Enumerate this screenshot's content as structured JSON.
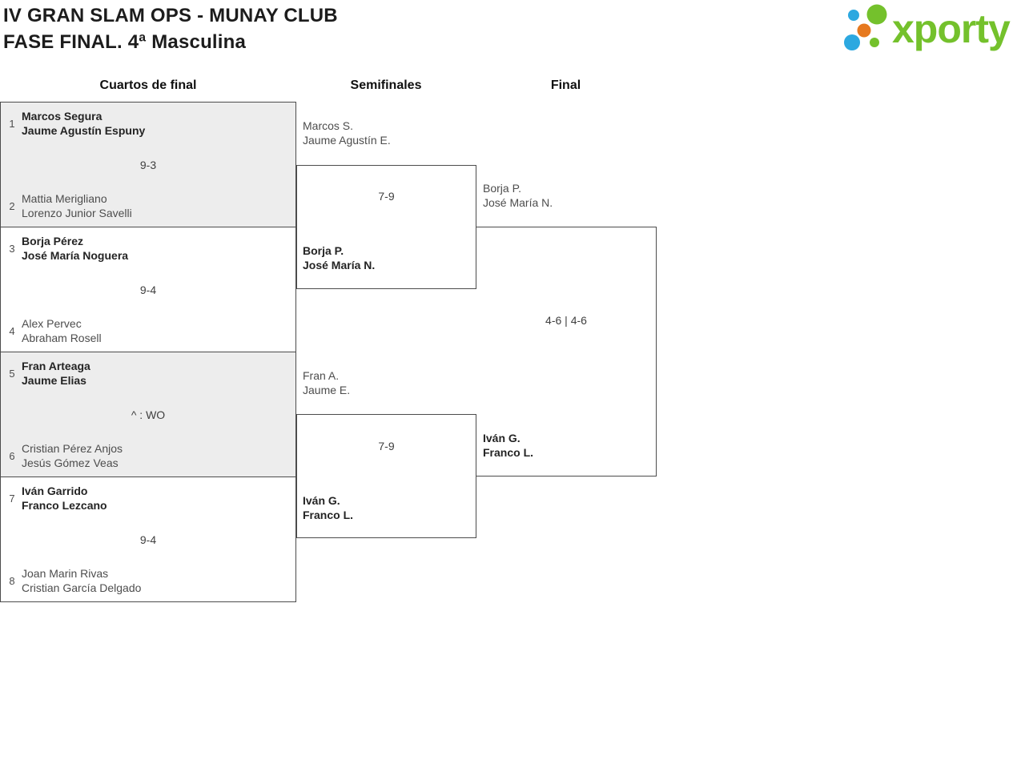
{
  "header": {
    "title_line1": "IV GRAN SLAM OPS - MUNAY CLUB",
    "title_line2": "FASE FINAL. 4ª Masculina",
    "logo_text": "xporty",
    "brand_colors": {
      "green": "#74c12c",
      "blue": "#2ca8e0",
      "orange": "#e6791f"
    }
  },
  "columns": {
    "round1": "Cuartos de final",
    "round2": "Semifinales",
    "round3": "Final"
  },
  "quarterfinals": [
    {
      "seed_top": "1",
      "team_top": [
        "Marcos Segura",
        "Jaume Agustín Espuny"
      ],
      "top_winner": true,
      "score": "9-3",
      "seed_bottom": "2",
      "team_bottom": [
        "Mattia Merigliano",
        "Lorenzo Junior Savelli"
      ],
      "bottom_winner": false,
      "shaded": true
    },
    {
      "seed_top": "3",
      "team_top": [
        "Borja Pérez",
        "José María Noguera"
      ],
      "top_winner": true,
      "score": "9-4",
      "seed_bottom": "4",
      "team_bottom": [
        "Alex Pervec",
        "Abraham Rosell"
      ],
      "bottom_winner": false,
      "shaded": false
    },
    {
      "seed_top": "5",
      "team_top": [
        "Fran Arteaga",
        "Jaume Elias"
      ],
      "top_winner": true,
      "score": "^ : WO",
      "seed_bottom": "6",
      "team_bottom": [
        "Cristian Pérez Anjos",
        "Jesús Gómez Veas"
      ],
      "bottom_winner": false,
      "shaded": true
    },
    {
      "seed_top": "7",
      "team_top": [
        "Iván Garrido",
        "Franco Lezcano"
      ],
      "top_winner": true,
      "score": "9-4",
      "seed_bottom": "8",
      "team_bottom": [
        "Joan Marin Rivas",
        "Cristian García Delgado"
      ],
      "bottom_winner": false,
      "shaded": false
    }
  ],
  "semifinals": [
    {
      "team_top": [
        "Marcos S.",
        "Jaume Agustín E."
      ],
      "top_winner": false,
      "score": "7-9",
      "team_bottom": [
        "Borja P.",
        "José María N."
      ],
      "bottom_winner": true
    },
    {
      "team_top": [
        "Fran A.",
        "Jaume E."
      ],
      "top_winner": false,
      "score": "7-9",
      "team_bottom": [
        "Iván G.",
        "Franco L."
      ],
      "bottom_winner": true
    }
  ],
  "final": {
    "team_top": [
      "Borja P.",
      "José María N."
    ],
    "top_winner": false,
    "score": "4-6 | 4-6",
    "team_bottom": [
      "Iván G.",
      "Franco L."
    ],
    "bottom_winner": true
  }
}
